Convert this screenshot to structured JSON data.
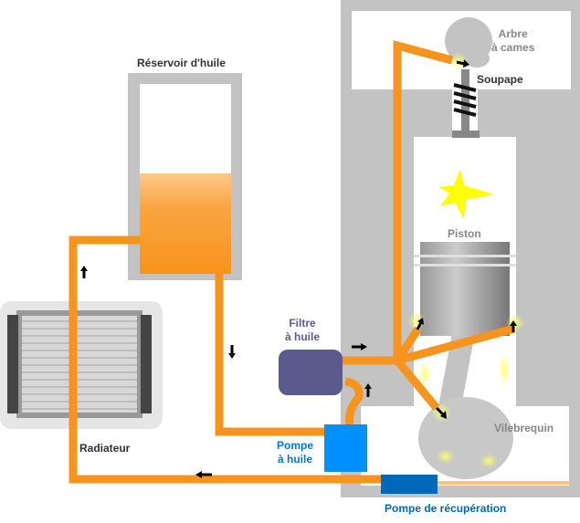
{
  "labels": {
    "reservoir": "Réservoir d'huile",
    "camshaft_line1": "Arbre",
    "camshaft_line2": "à cames",
    "valve": "Soupape",
    "piston": "Piston",
    "filter_line1": "Filtre",
    "filter_line2": "à huile",
    "radiator": "Radiateur",
    "oil_pump_line1": "Pompe",
    "oil_pump_line2": "à huile",
    "crankshaft": "Vilebrequin",
    "scavenge_pump": "Pompe de récupération"
  },
  "colors": {
    "oil": "#f7941d",
    "engine_block": "#c3c3c3",
    "filter": "#5a5a8c",
    "oil_pump": "#0090ff",
    "scavenge_pump": "#0068b8",
    "spark": "#ffff00",
    "label_dark": "#333333",
    "label_gray": "#888888",
    "label_blue": "#0077dd",
    "label_filter": "#5a5a8c"
  },
  "reservoir_fill_level": 0.5
}
